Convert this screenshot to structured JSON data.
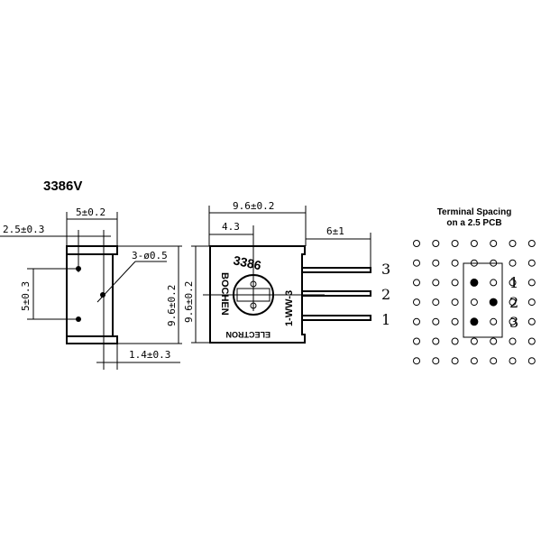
{
  "model": "3386V",
  "side_view": {
    "width_dim": "5±0.2",
    "pin_offset_dim": "2.5±0.3",
    "pin_pitch_dim": "5±0.3",
    "pin_diameter": "3-ø0.5",
    "height_dim": "9.6±0.2",
    "lead_dim": "1.4±0.3"
  },
  "front_view": {
    "width_dim": "9.6±0.2",
    "center_dim": "4.3",
    "pin_length_dim": "6±1",
    "height_dim": "9.6±0.2",
    "pin_labels": [
      "3",
      "2",
      "1"
    ],
    "body_marking": {
      "part": "3386",
      "brand": "BOCHEN",
      "company": "ELECTRON",
      "schematic": "1-WW-3"
    }
  },
  "pcb_layout": {
    "title_line1": "Terminal Spacing",
    "title_line2": "on a 2.5 PCB",
    "grid_rows": 7,
    "grid_cols": 7,
    "filled_holes": [
      [
        2,
        3
      ],
      [
        3,
        4
      ],
      [
        4,
        3
      ]
    ],
    "pin_labels": [
      "1",
      "2",
      "3"
    ]
  }
}
